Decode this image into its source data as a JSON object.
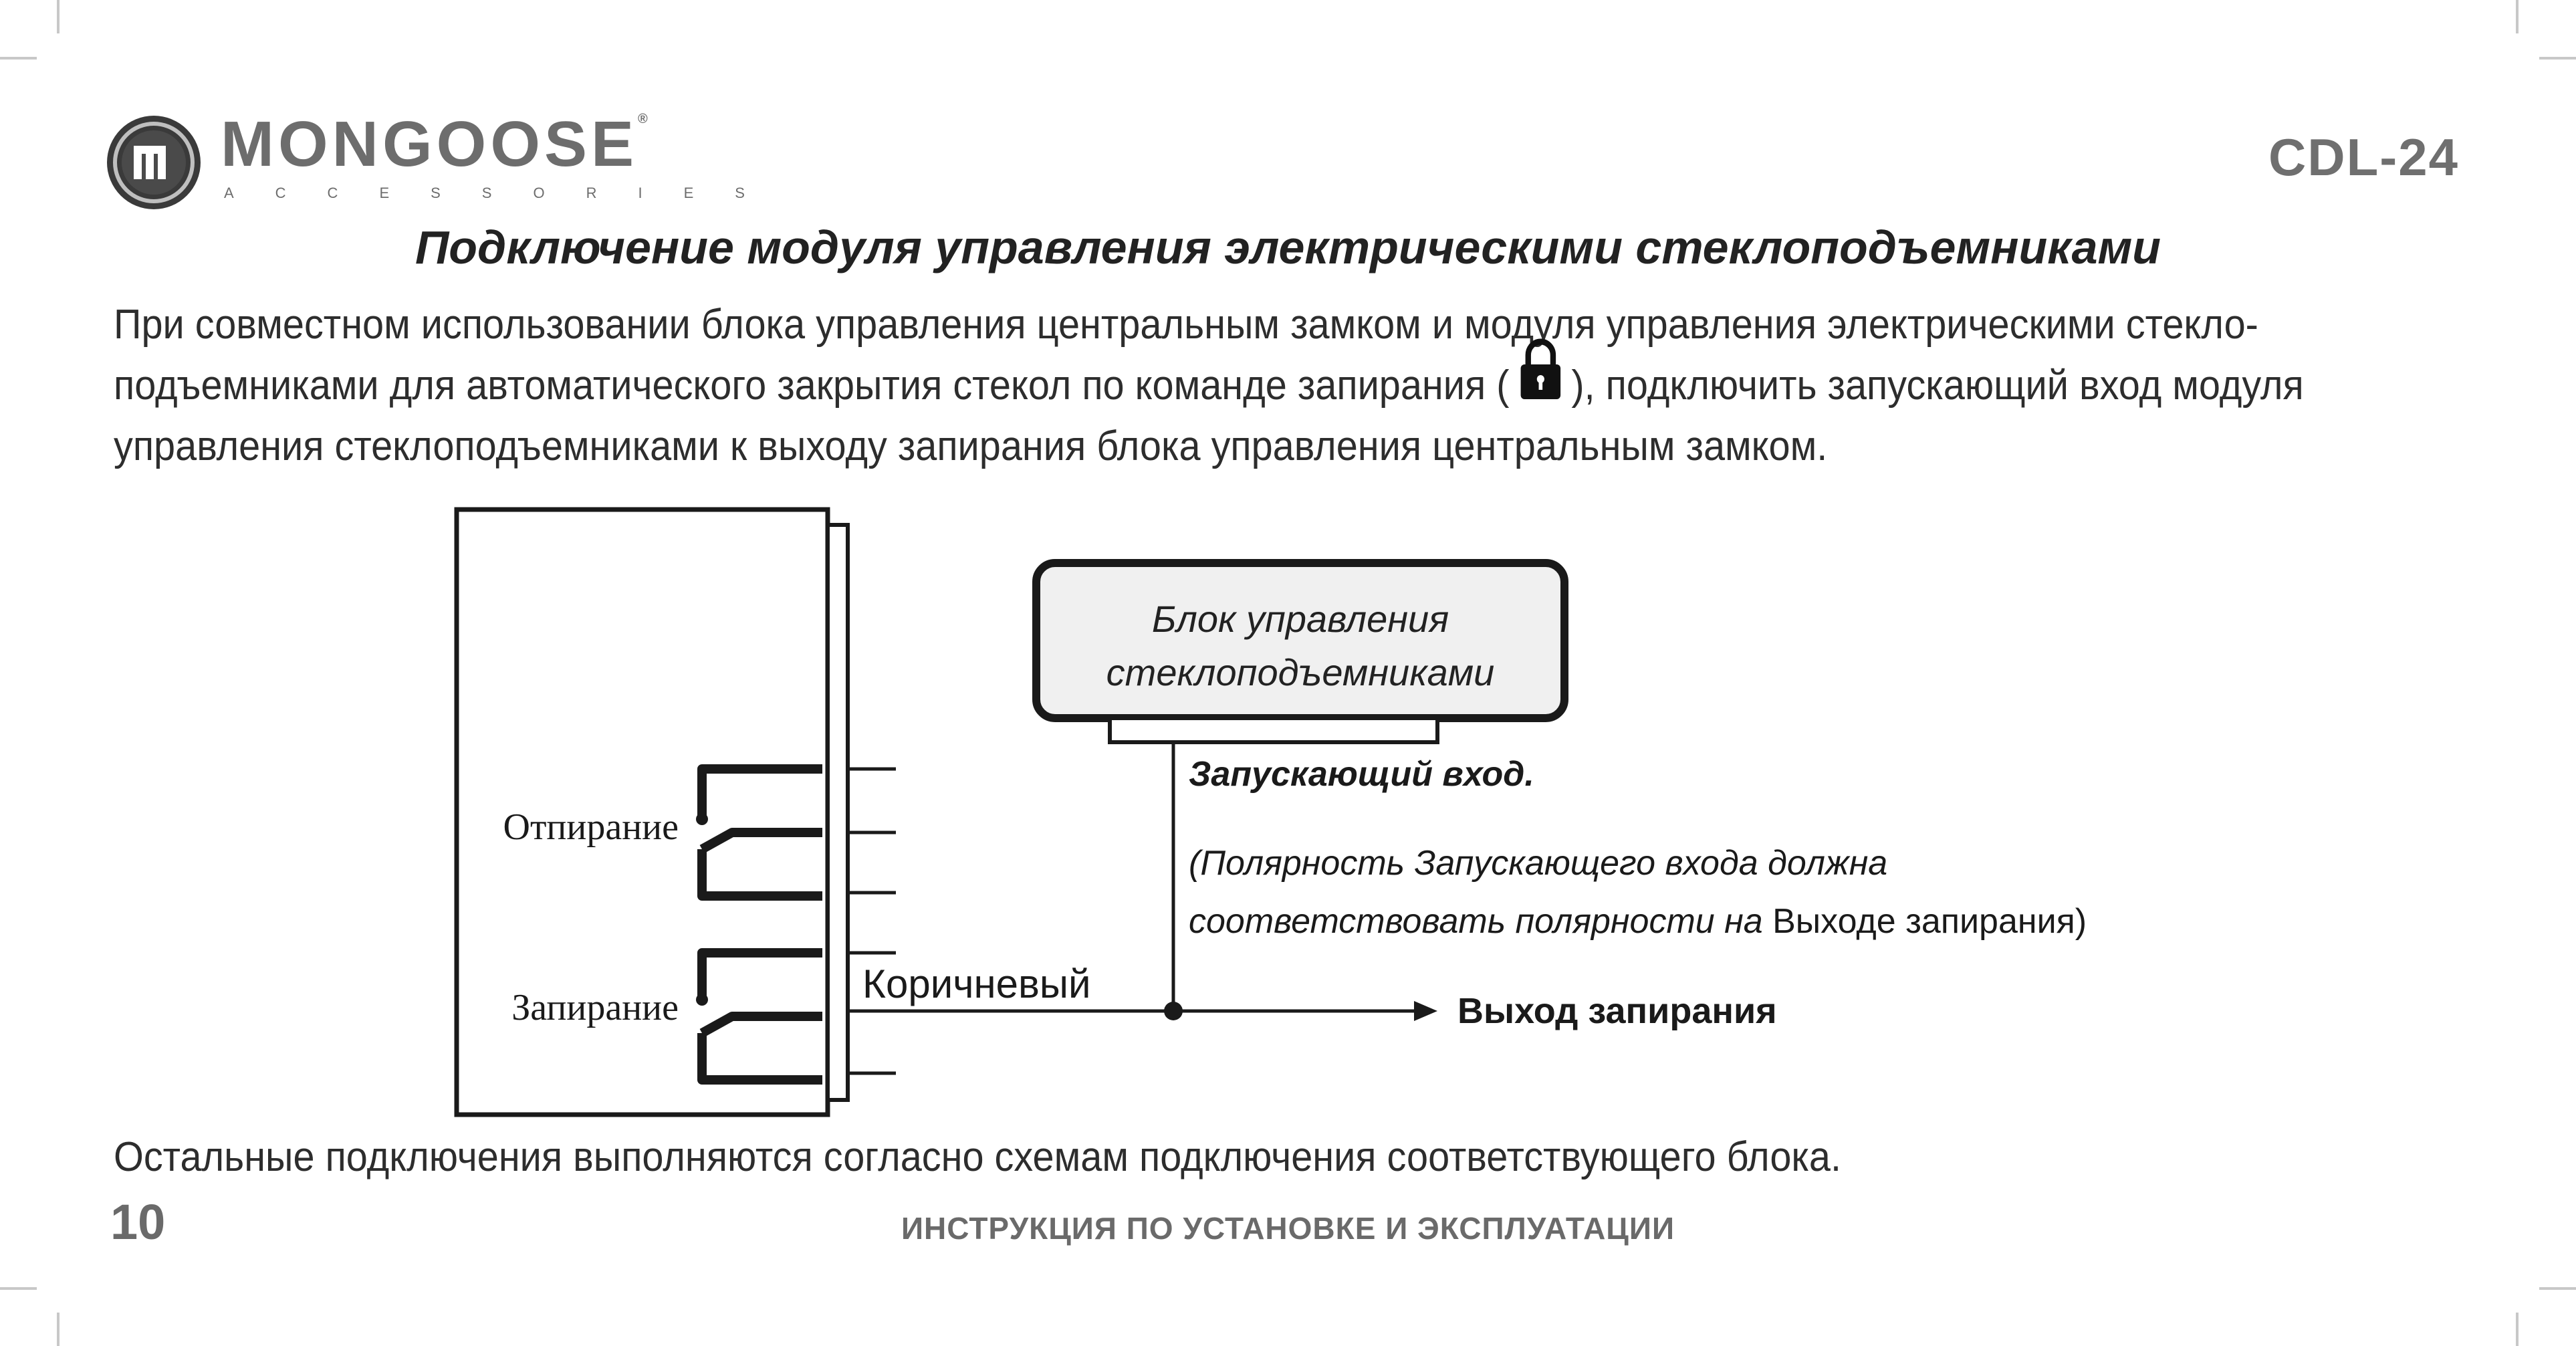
{
  "brand": {
    "name": "MONGOOSE",
    "sub": "ACCESSORIES",
    "registered": "®"
  },
  "model": "CDL-24",
  "title": "Подключение модуля управления электрическими стеклоподъемниками",
  "intro": {
    "part1": "При совместном использовании блока управления центральным замком и модуля управления электрическими стекло-подъемниками для автоматического закрытия стекол по команде запирания (",
    "part2": "), подключить запускающий вход модуля управления стеклоподъемниками к выходу запирания блока управления центральным замком."
  },
  "diagram": {
    "module_line1": "Блок управления",
    "module_line2": "стеклоподъемниками",
    "trigger_label": "Запускающий вход.",
    "note_line1": "(Полярность Запускающего входа должна",
    "note_line2_italic": "соответствовать полярности на ",
    "note_line2_normal": "Выходе запирания)",
    "unlock_label": "Отпирание",
    "lock_label": "Запирание",
    "wire_label": "Коричневый",
    "output_label": "Выход запирания"
  },
  "outro": "Остальные подключения выполняются согласно схемам подключения соответствующего блока.",
  "page_number": "10",
  "footer": "ИНСТРУКЦИЯ ПО УСТАНОВКЕ И ЭКСПЛУАТАЦИИ",
  "colors": {
    "text": "#2b2b2b",
    "brand_gray": "#6d6d6d",
    "line": "#1a1a1a",
    "box_fill": "#f0f0f0"
  }
}
